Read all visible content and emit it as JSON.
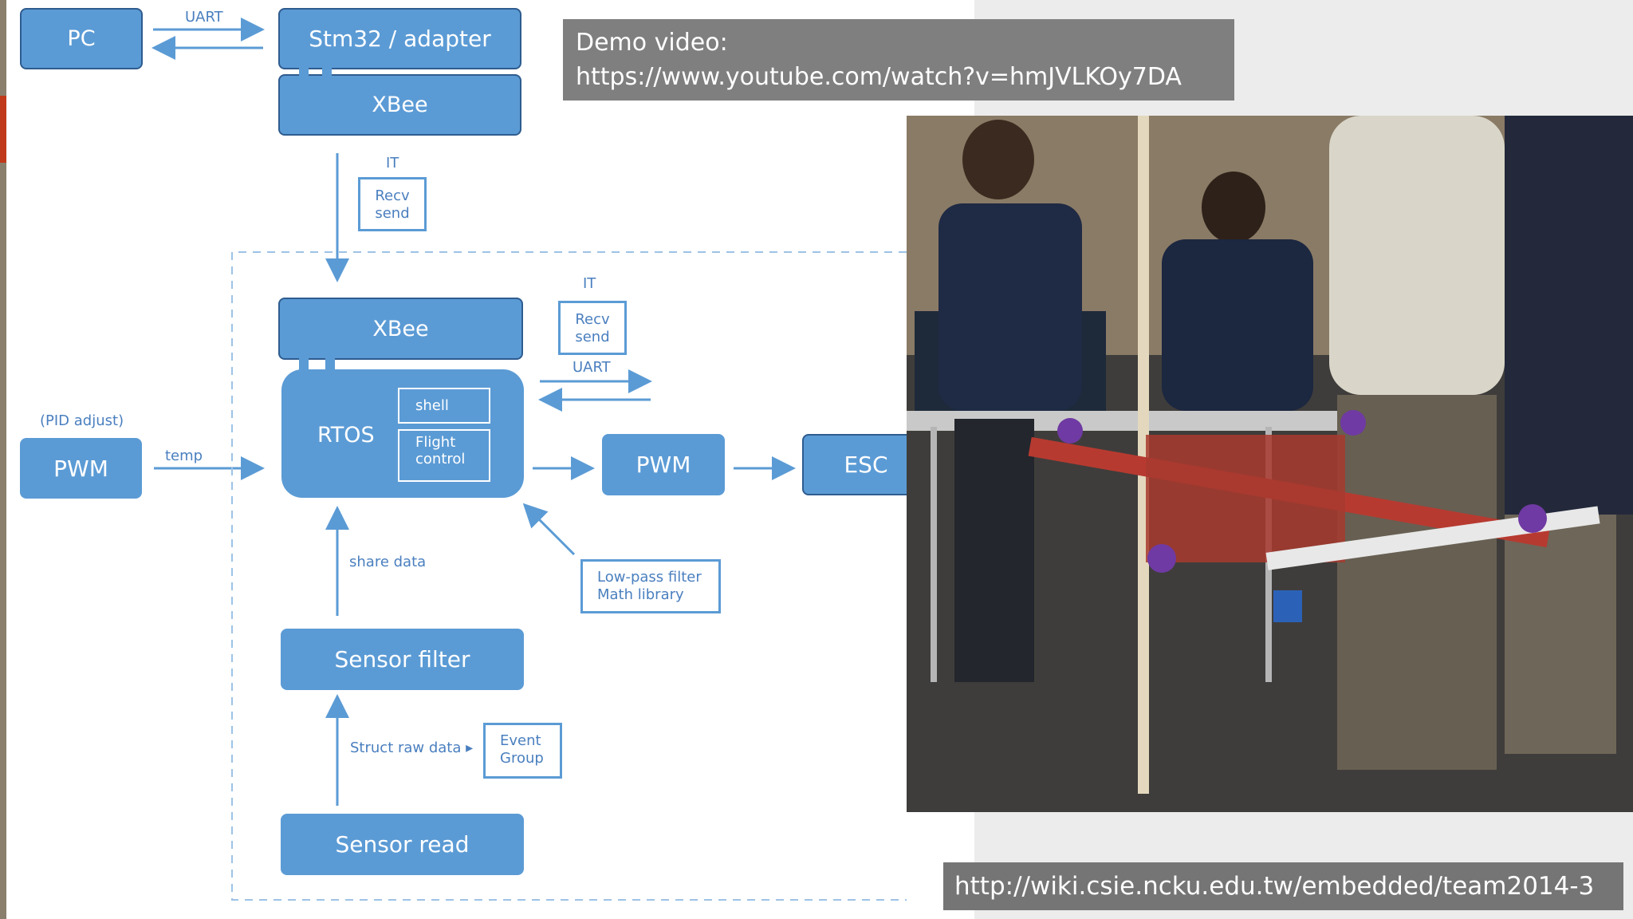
{
  "diagram": {
    "pc": "PC",
    "uart_top": "UART",
    "stm32": "Stm32 / adapter",
    "xbee_top": "XBee",
    "it_1": "IT",
    "recv_send_1": [
      "Recv",
      "send"
    ],
    "xbee_main": "XBee",
    "it_2": "IT",
    "recv_send_2": [
      "Recv",
      "send"
    ],
    "uart_mid": "UART",
    "pid_adjust": "(PID adjust)",
    "pwm_left": "PWM",
    "temp": "temp",
    "rtos": "RTOS",
    "shell": "shell",
    "flight_control": [
      "Flight",
      "control"
    ],
    "pwm_right": "PWM",
    "esc": "ESC",
    "share_data": "share data",
    "lowpass": [
      "Low-pass filter",
      "Math library"
    ],
    "sensor_filter": "Sensor filter",
    "struct_raw": "Struct raw data ▸",
    "event_group": [
      "Event",
      "Group"
    ],
    "sensor_read": "Sensor read"
  },
  "demo": {
    "line1": "Demo video:",
    "line2": "https://www.youtube.com/watch?v=hmJVLKOy7DA"
  },
  "footer_url": "http://wiki.csie.ncku.edu.tw/embedded/team2014-3",
  "colors": {
    "box_fill": "#5b9bd5",
    "box_border": "#2e5c8f",
    "label_text": "#4a7fbf",
    "banner": "#7f7f7f"
  }
}
